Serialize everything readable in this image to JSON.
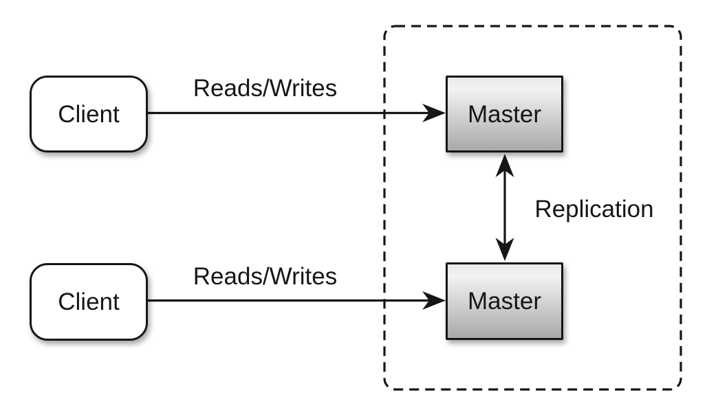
{
  "colors": {
    "background": "#ffffff",
    "ink": "#161616",
    "client_fill": "#ffffff",
    "master_top": "#e9e9e9",
    "master_bottom": "#a9a9a9"
  },
  "nodes": {
    "client_top": {
      "label": "Client"
    },
    "client_bottom": {
      "label": "Client"
    },
    "master_top": {
      "label": "Master"
    },
    "master_bottom": {
      "label": "Master"
    }
  },
  "edges": {
    "reads_writes_top": {
      "label": "Reads/Writes"
    },
    "reads_writes_bottom": {
      "label": "Reads/Writes"
    },
    "replication": {
      "label": "Replication"
    }
  }
}
